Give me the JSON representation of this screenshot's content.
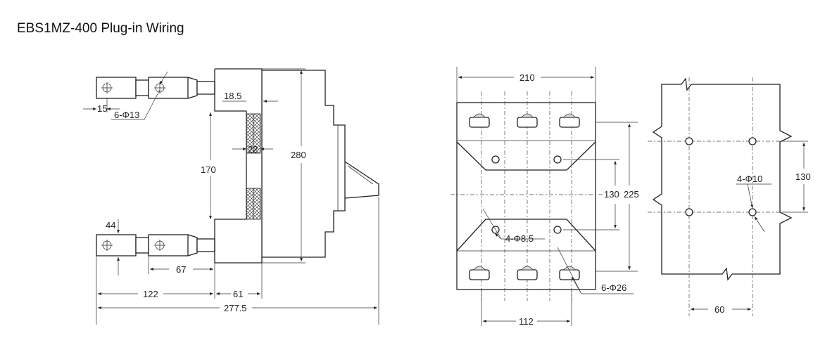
{
  "title": "EBS1MZ-400 Plug-in Wiring",
  "side_view": {
    "dims": {
      "d15": "15",
      "hole": "6-Φ13",
      "d18_5": "18.5",
      "d22": "22",
      "d170": "170",
      "d280": "280",
      "d44": "44",
      "d67": "67",
      "d122": "122",
      "d61": "61",
      "d277_5": "277.5"
    }
  },
  "front_view": {
    "dims": {
      "d210": "210",
      "d130": "130",
      "d225": "225",
      "hole_mount": "4-Φ8.5",
      "hole_terminal": "6-Φ26",
      "d112": "112"
    }
  },
  "panel_view": {
    "dims": {
      "hole": "4-Φ10",
      "d130": "130",
      "d60": "60"
    }
  }
}
